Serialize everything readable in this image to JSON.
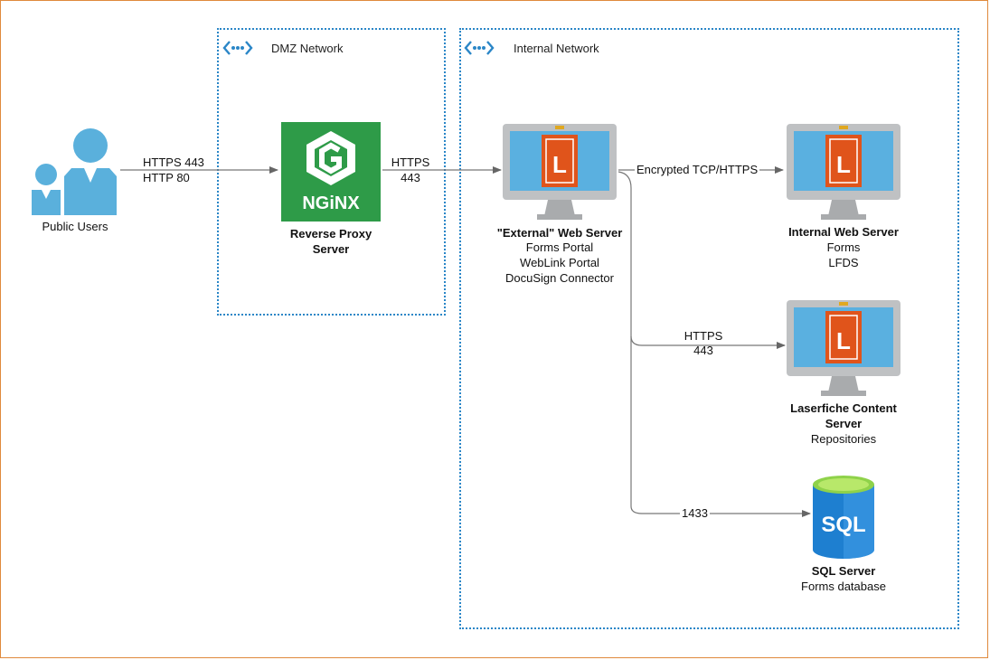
{
  "zones": {
    "dmz": "DMZ Network",
    "internal": "Internal Network"
  },
  "nodes": {
    "public_users": {
      "label": "Public Users"
    },
    "proxy": {
      "title_1": "Reverse Proxy",
      "title_2": "Server",
      "logo_text": "NGiNX"
    },
    "external_web": {
      "title": "\"External\" Web Server",
      "lines": [
        "Forms Portal",
        "WebLink Portal",
        "DocuSign Connector"
      ]
    },
    "internal_web": {
      "title": "Internal Web Server",
      "lines": [
        "Forms",
        "LFDS"
      ]
    },
    "content_server": {
      "title_1": "Laserfiche Content",
      "title_2": "Server",
      "lines": [
        "Repositories"
      ]
    },
    "sql": {
      "logo_text": "SQL",
      "title": "SQL Server",
      "lines": [
        "Forms database"
      ]
    }
  },
  "edges": {
    "users_proxy": [
      "HTTPS 443",
      "HTTP 80"
    ],
    "proxy_external": [
      "HTTPS",
      "443"
    ],
    "external_internal": "Encrypted TCP/HTTPS",
    "external_content": [
      "HTTPS",
      "443"
    ],
    "external_sql": "1433"
  },
  "icons": {
    "monitor_logo_letter": "L",
    "colors": {
      "accent_blue": "#2a86c7",
      "monitor_grey": "#bfc1c3",
      "screen_blue": "#5ab0e0",
      "laserfiche_orange": "#e0541b",
      "nginx_green": "#2e9b48",
      "sql_blue": "#1e7fd0"
    }
  }
}
